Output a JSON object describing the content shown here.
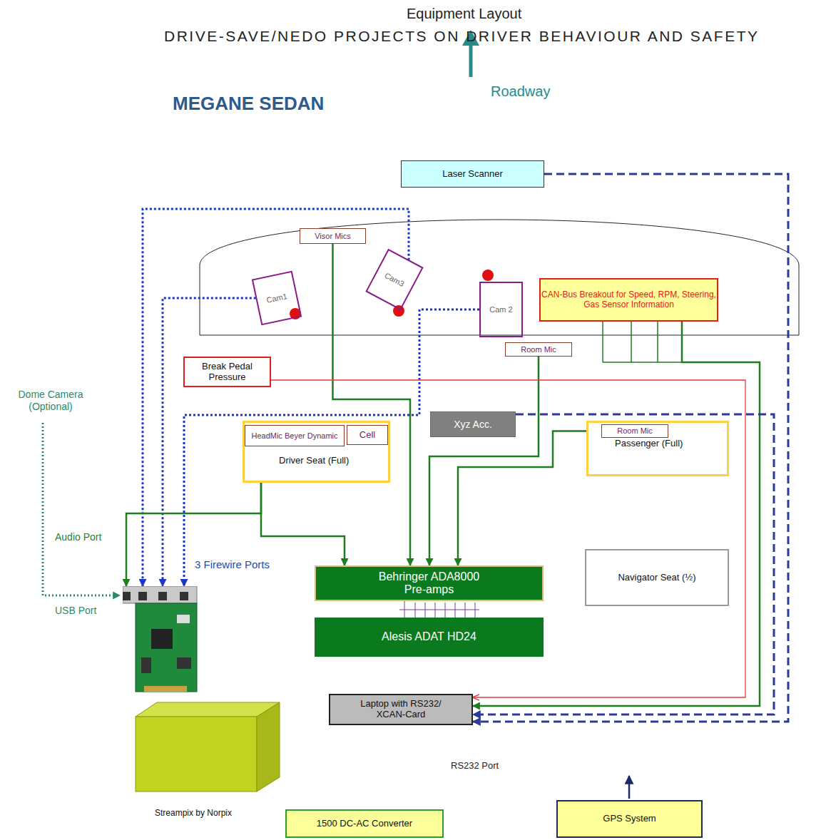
{
  "diagram": {
    "title": "Equipment Layout",
    "nodes": [
      {
        "text": [
          "Laser Scanner"
        ]
      },
      {
        "text": [
          "Visor Mics"
        ]
      },
      {
        "text": [
          "Cam1"
        ]
      },
      {
        "text": [
          "Cam3"
        ]
      },
      {
        "text": [
          "Cam 2"
        ]
      },
      {
        "text": [
          "CAN-Bus Breakout for Speed, RPM, Steering, Gas Sensor Information"
        ]
      },
      {
        "text": [
          "Room Mic"
        ]
      },
      {
        "text": [
          "Break Pedal Pressure"
        ]
      },
      {
        "text": [
          "Xyz Acc."
        ]
      },
      {
        "text": [
          "Driver Seat (Full)"
        ]
      },
      {
        "text": [
          "HeadMic Beyer Dynamic"
        ],
        "in": 9
      },
      {
        "text": [
          "Cell"
        ],
        "in": 9
      },
      {
        "text": [
          "Passenger (Full)"
        ]
      },
      {
        "text": [
          "Room Mic"
        ],
        "in": 12
      },
      {
        "text": [
          "Behringer ADA8000 Pre-amps"
        ]
      },
      {
        "text": [
          "Navigator Seat (½)"
        ]
      },
      {
        "text": [
          "Alesis ADAT HD24"
        ]
      },
      {
        "text": [
          "Streampix by Norpix"
        ]
      },
      {
        "text": [
          "Laptop with RS232/ XCAN-Card"
        ]
      },
      {
        "text": [
          "1500 DC-AC Converter"
        ]
      },
      {
        "text": [
          "GPS System"
        ]
      }
    ],
    "edges": [
      {
        "from": 2,
        "to": 17,
        "arrow": "to"
      },
      {
        "from": 3,
        "to": 17,
        "arrow": "to"
      },
      {
        "from": 4,
        "to": 17,
        "arrow": "to"
      },
      {
        "from": 10,
        "to": 17,
        "arrow": "to"
      },
      {
        "from": 10,
        "to": 14,
        "arrow": "to"
      },
      {
        "from": 1,
        "to": 14,
        "arrow": "to"
      },
      {
        "from": 6,
        "to": 14,
        "arrow": "to"
      },
      {
        "from": 13,
        "to": 14,
        "arrow": "to"
      },
      {
        "from": 14,
        "to": 16,
        "arrow": "none"
      },
      {
        "from": 5,
        "to": 18,
        "arrow": "to"
      },
      {
        "from": 7,
        "to": 18,
        "arrow": "to"
      },
      {
        "from": 8,
        "to": 18,
        "arrow": "to"
      },
      {
        "from": 0,
        "to": 18,
        "arrow": "to"
      }
    ],
    "labels": [
      "DRIVE-SAVE/NEDO PROJECTS ON DRIVER BEHAVIOUR AND SAFETY",
      "MEGANE SEDAN",
      "Roadway",
      "Dome Camera (Optional)",
      "Audio Port",
      "3 Firewire Ports",
      "USB Port",
      "RS232 Port"
    ]
  }
}
